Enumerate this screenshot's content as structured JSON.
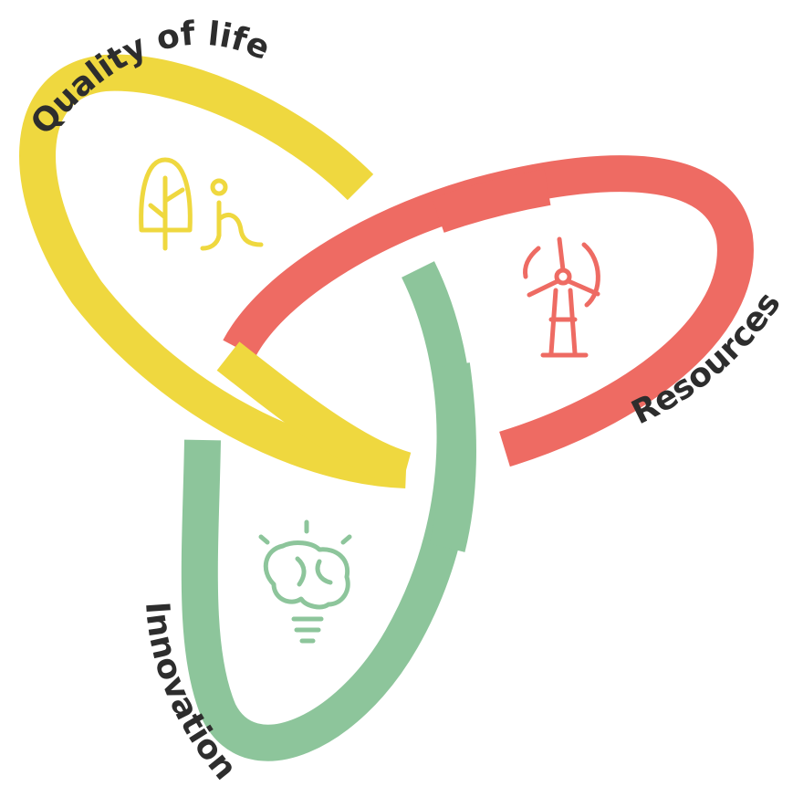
{
  "labels": {
    "quality_of_life": "Quality of life",
    "resources": "Resources",
    "innovation": "Innovation"
  },
  "colors": {
    "quality_of_life": "#EFD83F",
    "resources": "#EE6B63",
    "innovation": "#8DC59B",
    "text": "#2D2D2D"
  },
  "icons": {
    "quality_of_life": "tree-and-person-icon",
    "resources": "wind-turbine-icon",
    "innovation": "brain-lightbulb-icon"
  }
}
